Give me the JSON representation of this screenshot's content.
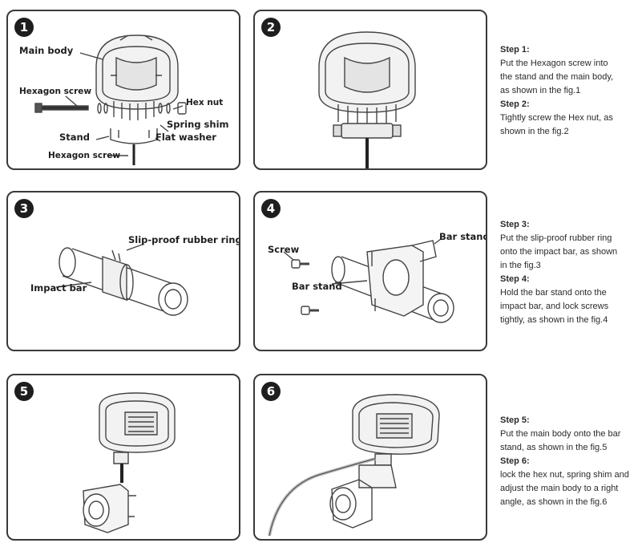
{
  "figures": [
    {
      "number": "1",
      "labels": {
        "main_body": "Main body",
        "hexagon_screw": "Hexagon screw",
        "hex_nut": "Hex nut",
        "spring_shim": "Spring shim",
        "stand": "Stand",
        "flat_washer": "Flat washer",
        "hexagon_screw_bottom": "Hexagon screw"
      }
    },
    {
      "number": "2",
      "labels": {}
    },
    {
      "number": "3",
      "labels": {
        "slip_ring": "Slip-proof rubber ring",
        "impact_bar": "Impact bar"
      }
    },
    {
      "number": "4",
      "labels": {
        "bar_stand_top": "Bar stand",
        "screw": "Screw",
        "bar_stand": "Bar stand"
      }
    },
    {
      "number": "5",
      "labels": {}
    },
    {
      "number": "6",
      "labels": {}
    }
  ],
  "steps": [
    {
      "title": "Step 1:",
      "lines": [
        "Put the Hexagon screw into",
        "the stand and the main body,",
        "as shown in the fig.1"
      ]
    },
    {
      "title": "Step 2:",
      "lines": [
        "Tightly screw the Hex nut, as",
        "shown in the fig.2"
      ]
    },
    {
      "title": "Step 3:",
      "lines": [
        "Put the slip-proof rubber ring",
        "onto the impact bar, as shown",
        "in the fig.3"
      ]
    },
    {
      "title": "Step 4:",
      "lines": [
        "Hold the bar stand onto the",
        "impact bar, and lock screws",
        "tightly, as shown in the fig.4"
      ]
    },
    {
      "title": "Step 5:",
      "lines": [
        "Put the main body onto the bar",
        "stand, as shown in the fig.5"
      ]
    },
    {
      "title": "Step 6:",
      "lines": [
        "lock the hex nut, spring shim and",
        "adjust the main body to a right",
        "angle, as shown in the fig.6"
      ]
    }
  ],
  "colors": {
    "border": "#3a3a3a",
    "badge": "#1e1e1e",
    "line": "#444444"
  }
}
